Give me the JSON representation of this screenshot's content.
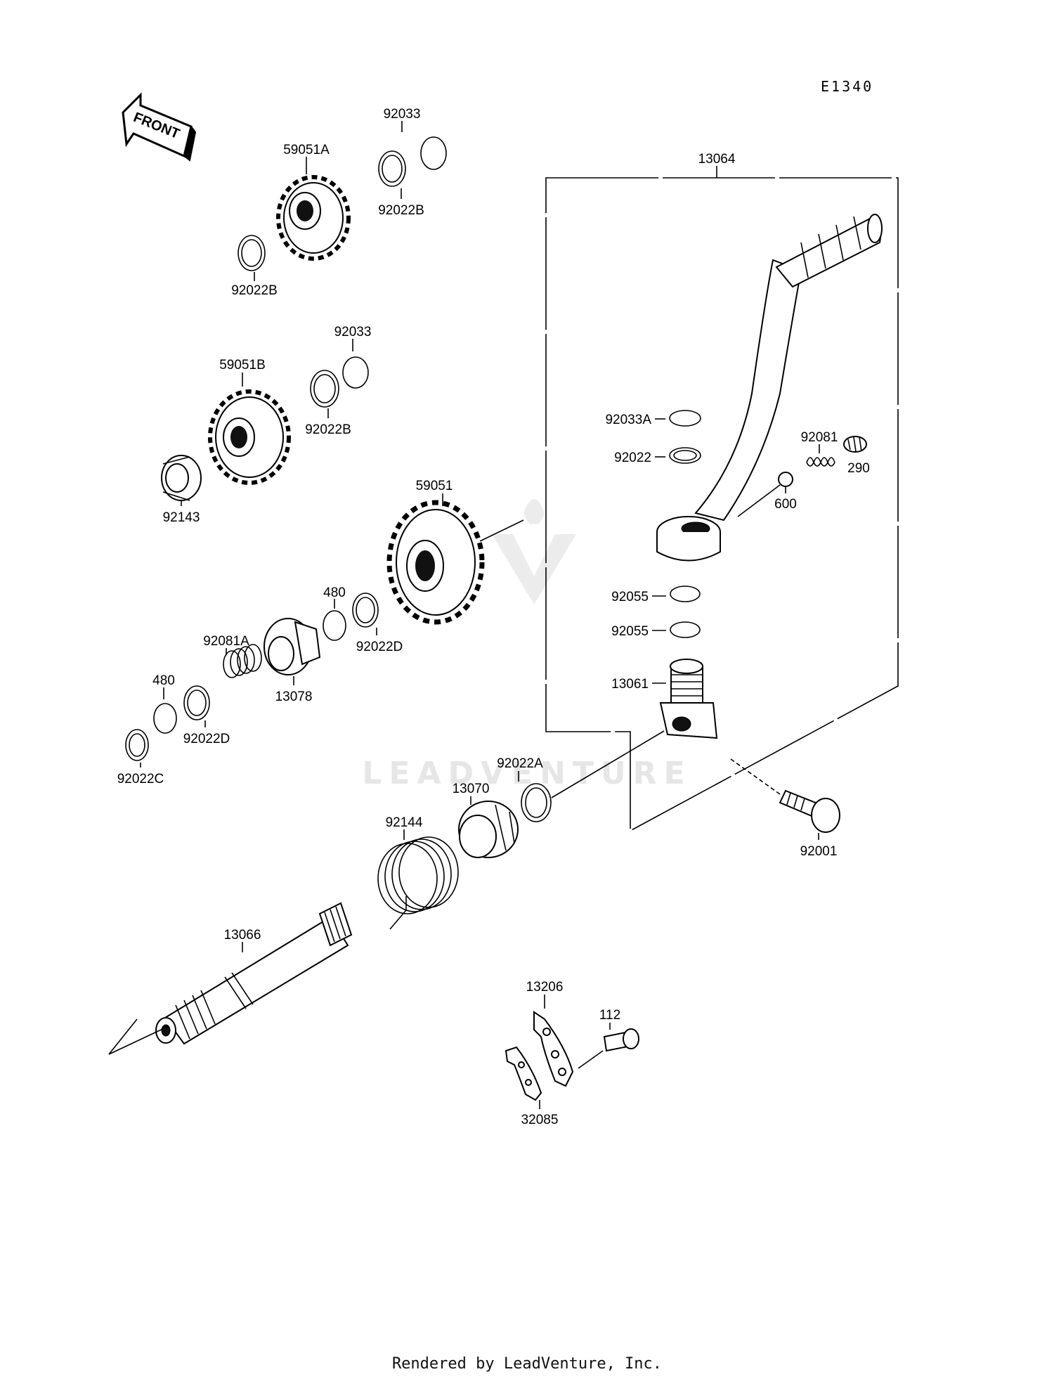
{
  "reference_code": "E1340",
  "front_arrow_label": "FRONT",
  "watermark": "LEADVENTURE",
  "footer": "Rendered by LeadVenture, Inc.",
  "parts": {
    "p92033_top": "92033",
    "p59051A": "59051A",
    "p92022B_top_right": "92022B",
    "p92022B_top_left": "92022B",
    "p92033_mid": "92033",
    "p59051B": "59051B",
    "p92022B_mid": "92022B",
    "p92143": "92143",
    "p59051": "59051",
    "p480_upper": "480",
    "p92022D_upper": "92022D",
    "p92081A": "92081A",
    "p13078": "13078",
    "p480_lower": "480",
    "p92022D_lower": "92022D",
    "p92022C": "92022C",
    "p13064": "13064",
    "p92033A": "92033A",
    "p92022": "92022",
    "p92081": "92081",
    "p290": "290",
    "p600": "600",
    "p92055_a": "92055",
    "p92055_b": "92055",
    "p13061": "13061",
    "p92022A": "92022A",
    "p13070": "13070",
    "p92144": "92144",
    "p92001": "92001",
    "p13066": "13066",
    "p13206": "13206",
    "p112": "112",
    "p32085": "32085"
  }
}
